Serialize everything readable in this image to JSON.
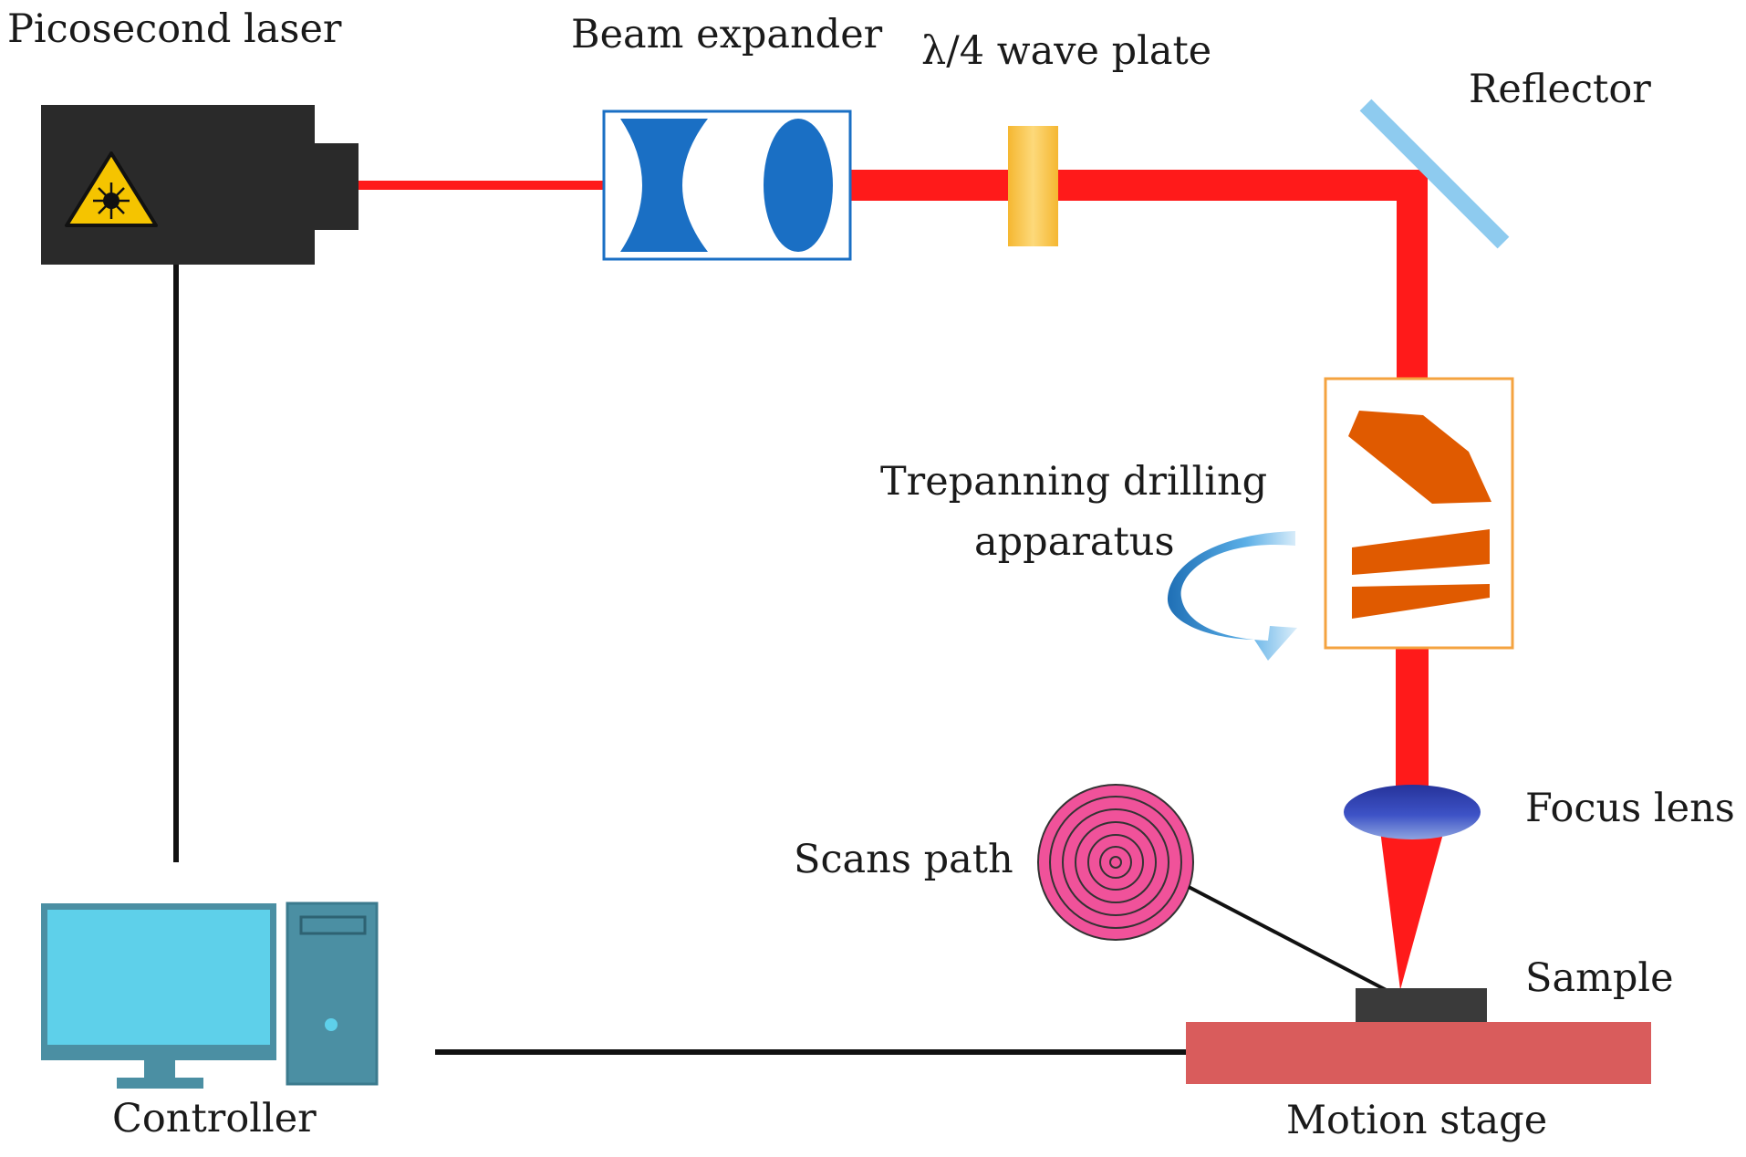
{
  "labels": {
    "laser": "Picosecond laser",
    "beam_expander": "Beam expander",
    "wave_plate": "λ/4 wave plate",
    "reflector": "Reflector",
    "trepanning_line1": "Trepanning drilling",
    "trepanning_line2": "apparatus",
    "focus_lens": "Focus lens",
    "scans_path": "Scans path",
    "sample": "Sample",
    "controller": "Controller",
    "motion_stage": "Motion stage"
  },
  "colors": {
    "laser_beam": "#ff0000",
    "laser_body": "#2a2a2a",
    "warning_sign": "#f5c400",
    "expander_lens": "#1a6fc4",
    "wave_plate": "#f7c044",
    "reflector": "#8ecbef",
    "prism": "#e05a00",
    "apparatus_border": "#f4a340",
    "focus_lens": "#2a3fa8",
    "scan_disc": "#f0529a",
    "sample": "#3a3a3a",
    "motion_stage": "#d95c5c",
    "monitor_screen": "#5ed0ea",
    "computer_body": "#4b8fa3",
    "rotation_arrow": "#3a8fd4"
  },
  "icons": {
    "laser_warning": "laser-warning-icon",
    "rotation": "rotation-arrow-icon",
    "computer": "computer-icon"
  }
}
